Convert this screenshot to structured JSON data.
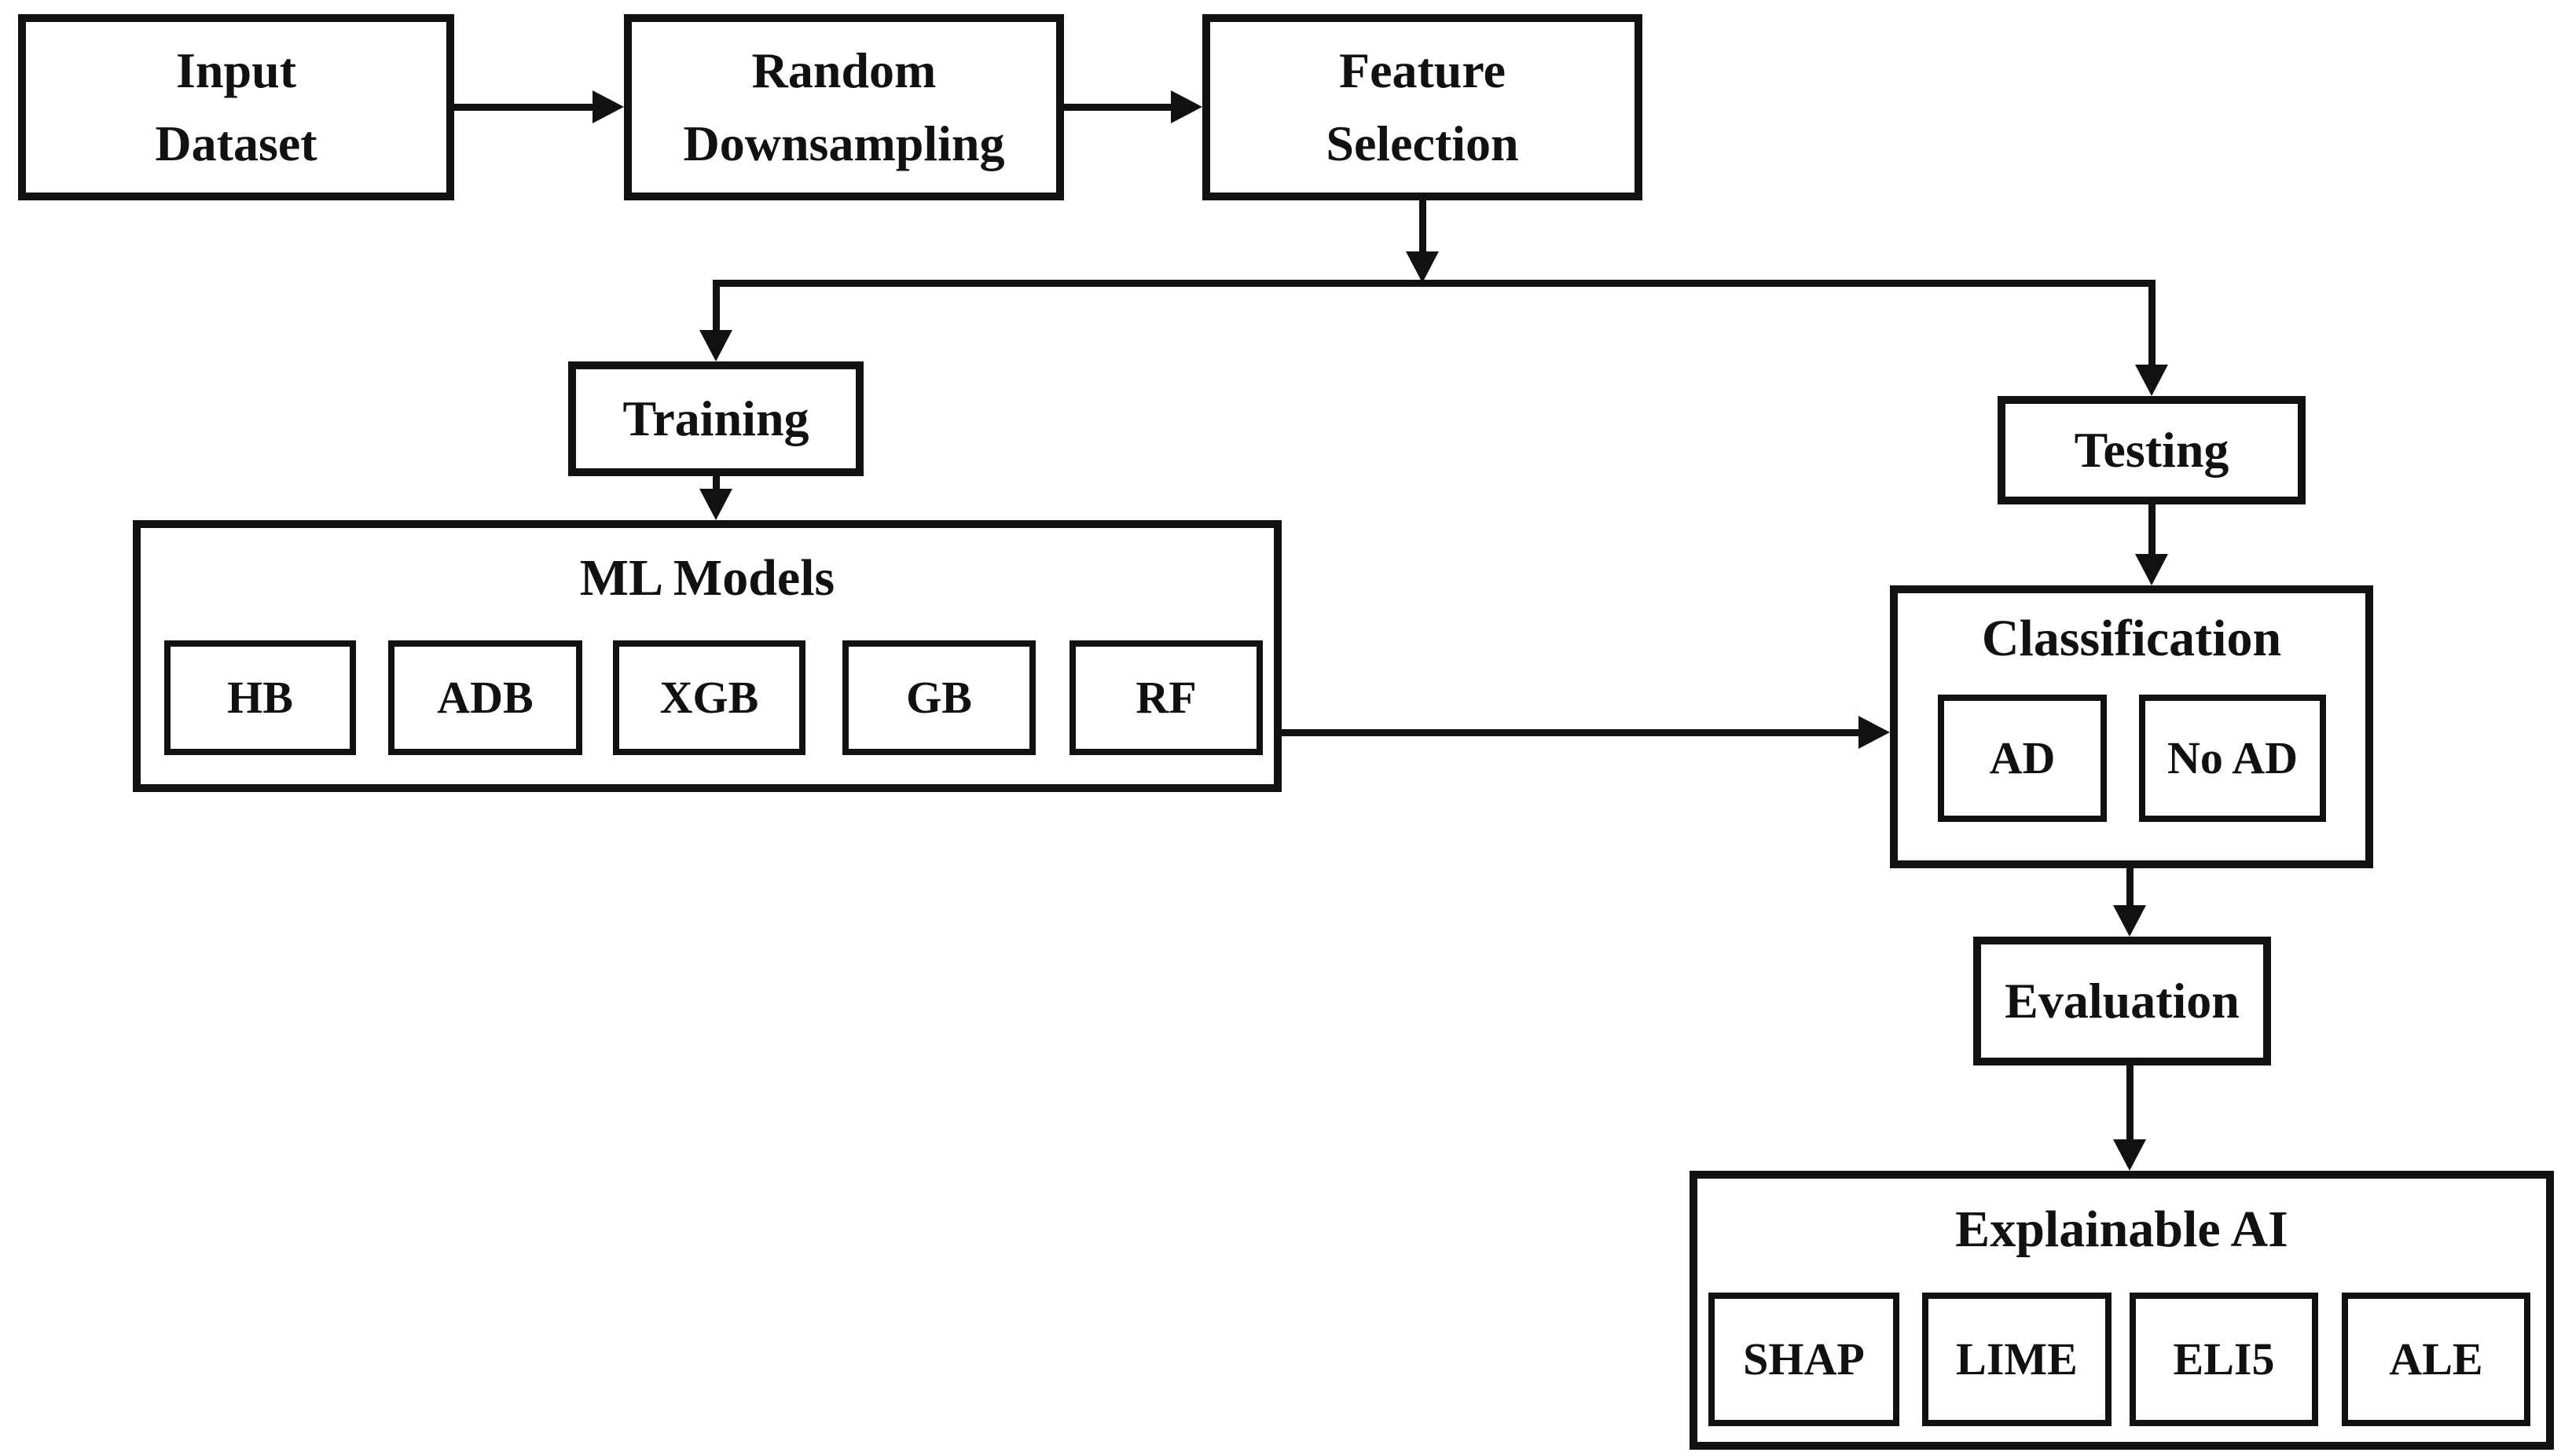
{
  "nodes": {
    "input_dataset": {
      "label": "Input\nDataset"
    },
    "random_downsampling": {
      "label": "Random\nDownsampling"
    },
    "feature_selection": {
      "label": "Feature\nSelection"
    },
    "training": {
      "label": "Training"
    },
    "testing": {
      "label": "Testing"
    },
    "ml_models": {
      "title": "ML Models",
      "items": [
        "HB",
        "ADB",
        "XGB",
        "GB",
        "RF"
      ]
    },
    "classification": {
      "title": "Classification",
      "items": [
        "AD",
        "No AD"
      ]
    },
    "evaluation": {
      "label": "Evaluation"
    },
    "explainable_ai": {
      "title": "Explainable AI",
      "items": [
        "SHAP",
        "LIME",
        "ELI5",
        "ALE"
      ]
    }
  },
  "edges": [
    {
      "from": "input_dataset",
      "to": "random_downsampling"
    },
    {
      "from": "random_downsampling",
      "to": "feature_selection"
    },
    {
      "from": "feature_selection",
      "to": "training"
    },
    {
      "from": "feature_selection",
      "to": "testing"
    },
    {
      "from": "training",
      "to": "ml_models"
    },
    {
      "from": "ml_models",
      "to": "classification"
    },
    {
      "from": "testing",
      "to": "classification"
    },
    {
      "from": "classification",
      "to": "evaluation"
    },
    {
      "from": "evaluation",
      "to": "explainable_ai"
    }
  ],
  "colors": {
    "background": "#ffffff",
    "line": "#111111",
    "text": "#111111"
  }
}
